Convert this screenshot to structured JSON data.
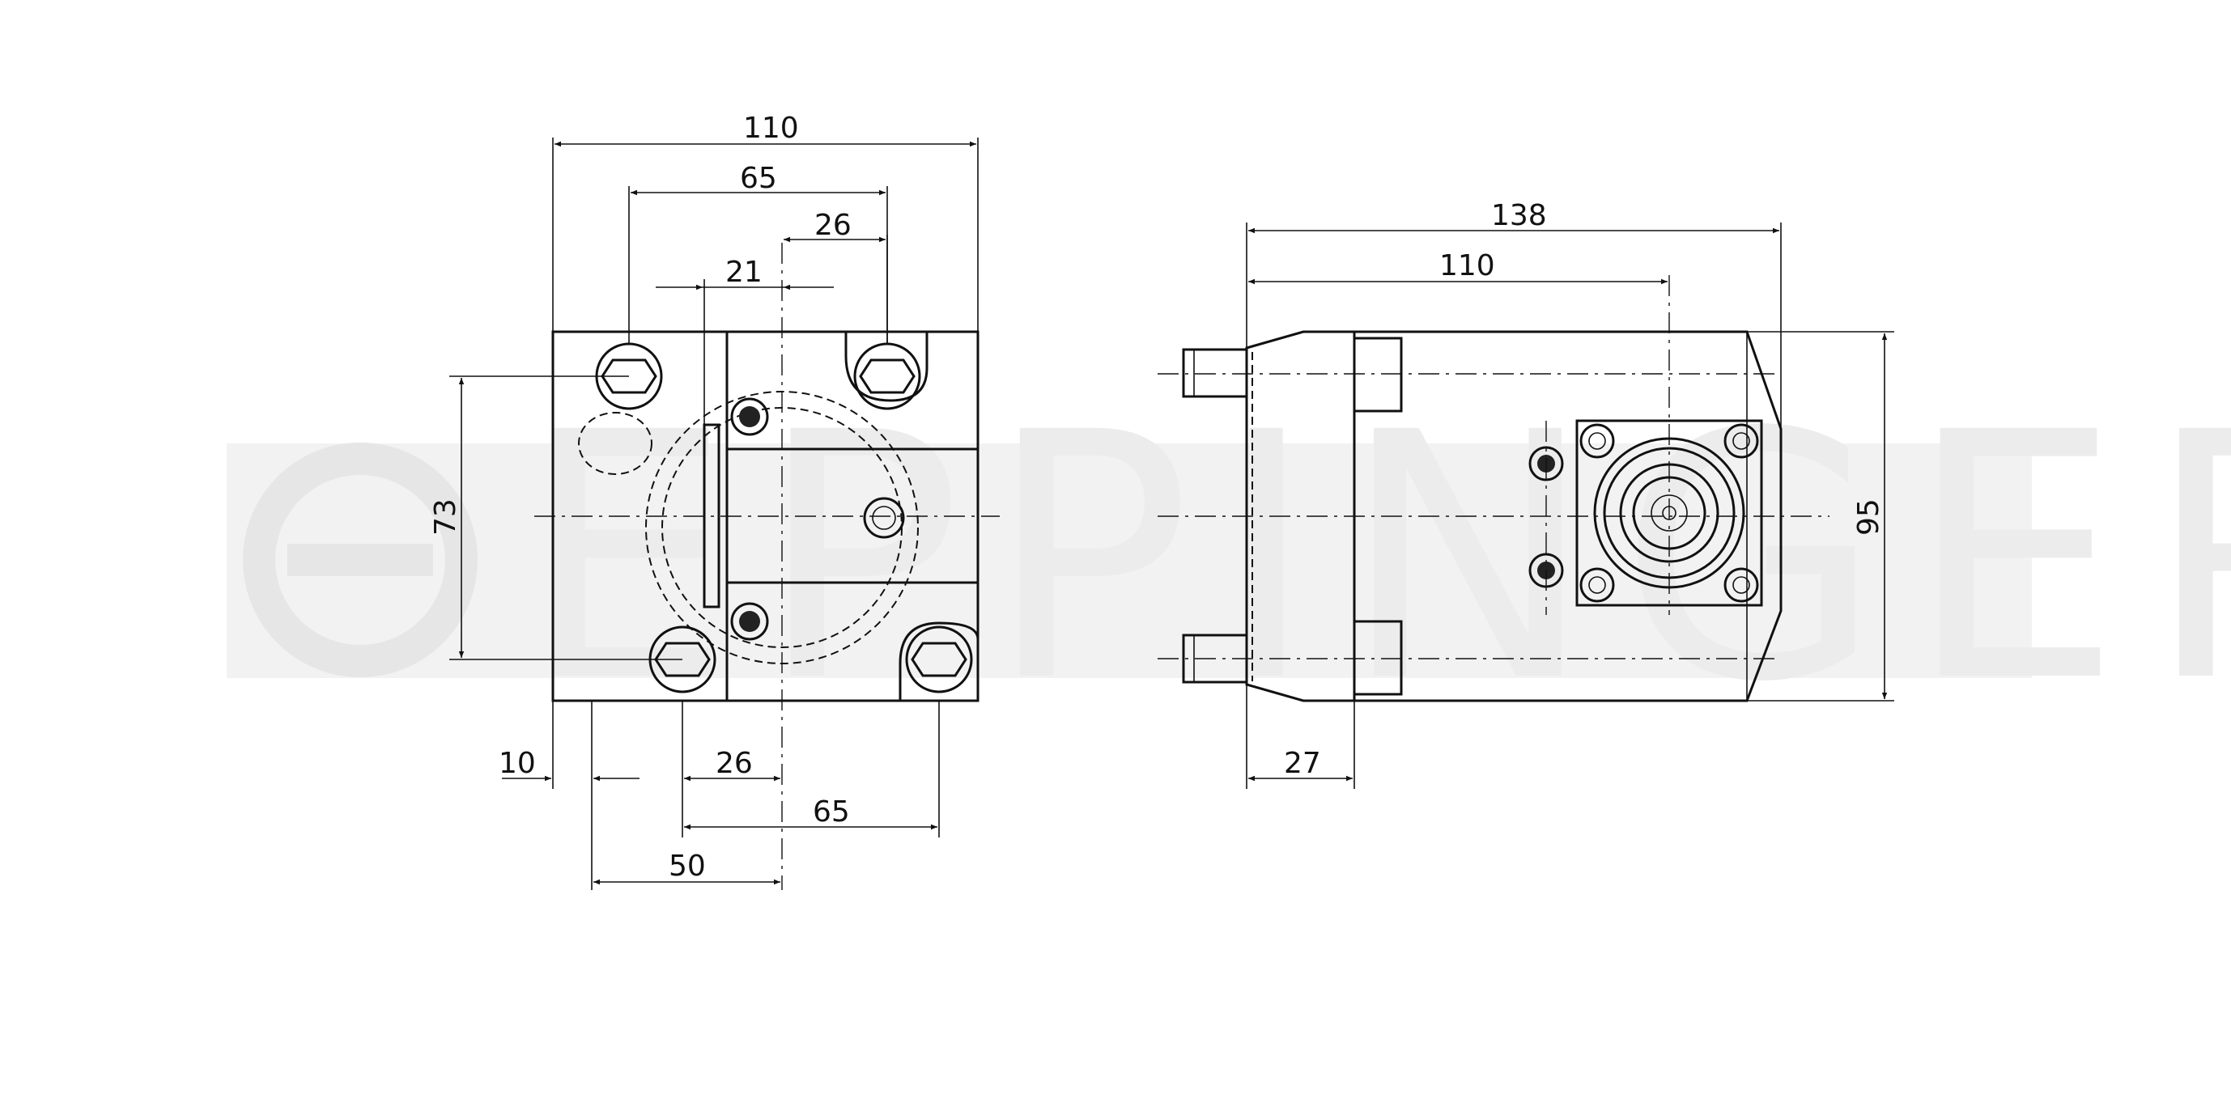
{
  "watermark": {
    "text": "EPPINGER",
    "color": "#ececec"
  },
  "front_view": {
    "dimensions": {
      "overall_width": "110",
      "bolt_spacing_top": "65",
      "center_offset_top": "26",
      "slot_offset": "21",
      "bolt_spacing_vertical": "73",
      "left_offset": "10",
      "center_offset_bottom": "26",
      "bolt_spacing_bottom": "65",
      "center_from_left": "50"
    }
  },
  "side_view": {
    "dimensions": {
      "overall_length": "138",
      "body_length": "110",
      "height": "95",
      "flange_thickness": "27"
    }
  }
}
